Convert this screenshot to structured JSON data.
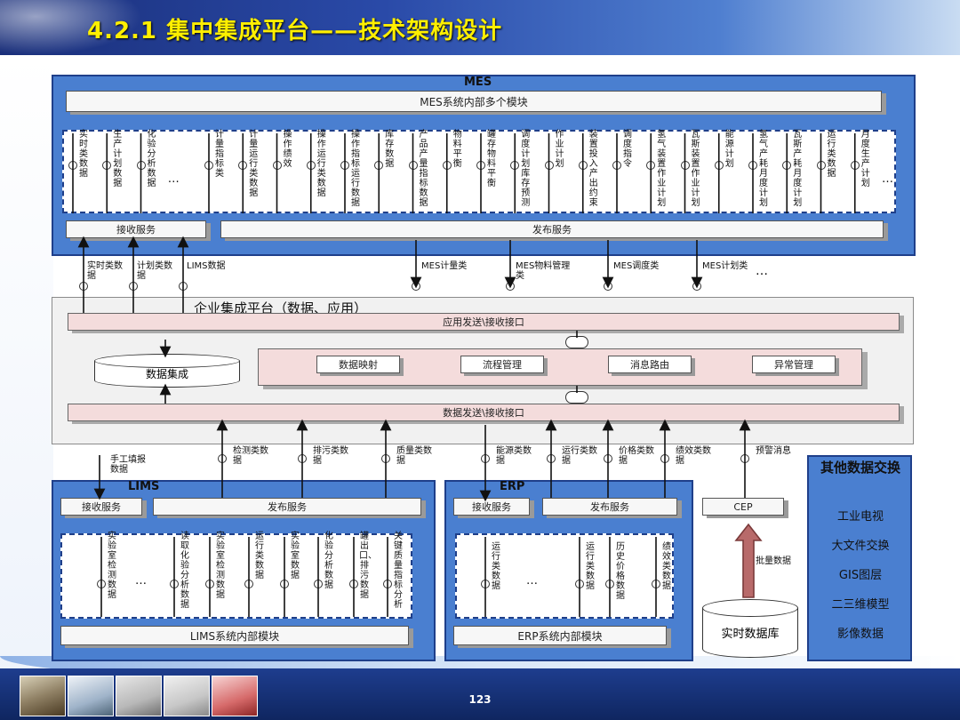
{
  "slide_title": "4.2.1 集中集成平台——技术架构设计",
  "page_number": "123",
  "mes": {
    "title": "MES",
    "internal_bar": "MES系统内部多个模块",
    "modules": [
      "实时类数据",
      "生产计划数据",
      "化验分析数据",
      "…",
      "计量指标类",
      "计量运行类数据",
      "操作绩效",
      "操作运行类数据",
      "操作指标运行数据",
      "库存数据",
      "产品产量指标数据",
      "物料平衡",
      "罐存物料平衡",
      "调度计划库存预测",
      "作业计划",
      "装置投入产出约束",
      "调度指令",
      "氢气装置作业计划",
      "瓦斯装置作业计划",
      "能源计划",
      "氢气产耗月度计划",
      "瓦斯产耗月度计划",
      "运行类数据",
      "月度生产计划",
      "…"
    ],
    "receive_service": "接收服务",
    "publish_service": "发布服务"
  },
  "mes_in_labels": [
    "实时类数据",
    "计划类数据",
    "LIMS数据"
  ],
  "mes_out_labels": [
    "MES计量类",
    "MES物料管理类",
    "MES调度类",
    "MES计划类",
    "…"
  ],
  "platform": {
    "title": "企业集成平台（数据、应用）",
    "app_bar": "应用发送\\接收接口",
    "data_bar": "数据发送\\接收接口",
    "data_integration": "数据集成",
    "services": [
      "数据映射",
      "流程管理",
      "消息路由",
      "异常管理"
    ]
  },
  "lower_labels": [
    "手工填报数据",
    "检测类数据",
    "排污类数据",
    "质量类数据",
    "能源类数据",
    "运行类数据",
    "价格类数据",
    "绩效类数据",
    "预警消息"
  ],
  "lims": {
    "title": "LIMS",
    "receive_service": "接收服务",
    "publish_service": "发布服务",
    "modules": [
      "实验室检测数据",
      "…",
      "读取化验分析数据",
      "实验室检测数据",
      "运行类数据",
      "实验室数据",
      "化验分析数据",
      "罐出口、排污数据",
      "关键质量指标分析"
    ],
    "internal_bar": "LIMS系统内部模块"
  },
  "erp": {
    "title": "ERP",
    "receive_service": "接收服务",
    "publish_service": "发布服务",
    "modules": [
      "运行类数据",
      "…",
      "运行类数据",
      "历史价格数据",
      "绩效类数据"
    ],
    "internal_bar": "ERP系统内部模块"
  },
  "cep": {
    "label": "CEP",
    "batch_label": "批量数据",
    "realtime_db": "实时数据库"
  },
  "other": {
    "title": "其他数据交换",
    "items": [
      "工业电视",
      "大文件交换",
      "GIS图层",
      "二三维模型",
      "影像数据"
    ]
  },
  "colors": {
    "accent_blue": "#4a7fd0",
    "dark_blue": "#1f3f8a",
    "title_yellow": "#ffef00",
    "pink": "#f4dcdc"
  }
}
